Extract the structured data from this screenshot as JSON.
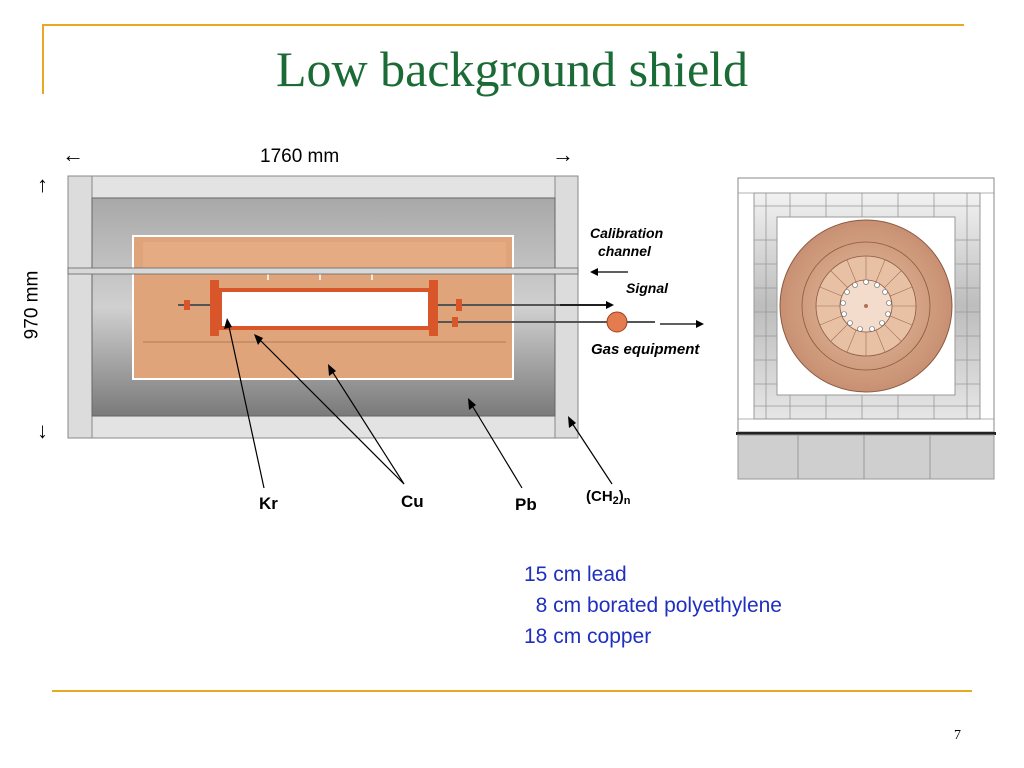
{
  "slide": {
    "title": "Low background shield",
    "page_number": "7"
  },
  "dimensions": {
    "width_label": "1760 mm",
    "height_label": "970 mm",
    "left_arrow": "←",
    "right_arrow": "→",
    "up_arrow": "↑",
    "down_arrow": "↓"
  },
  "callouts": {
    "calibration_line1": "Calibration",
    "calibration_line2": "channel",
    "signal": "Signal",
    "gas_equipment": "Gas equipment"
  },
  "materials": {
    "kr": "Kr",
    "cu": "Cu",
    "pb": "Pb",
    "ch2_prefix": "(CH",
    "ch2_sub": "2",
    "ch2_suffix": ")",
    "ch2_n": "n"
  },
  "specs": [
    "15 cm lead",
    "  8 cm borated polyethylene",
    "18 cm copper"
  ],
  "colors": {
    "title": "#1a6b35",
    "accent_line": "#e8a820",
    "copper": "#e0a47a",
    "flange": "#d9552a",
    "spec_text": "#1f2fbf"
  }
}
